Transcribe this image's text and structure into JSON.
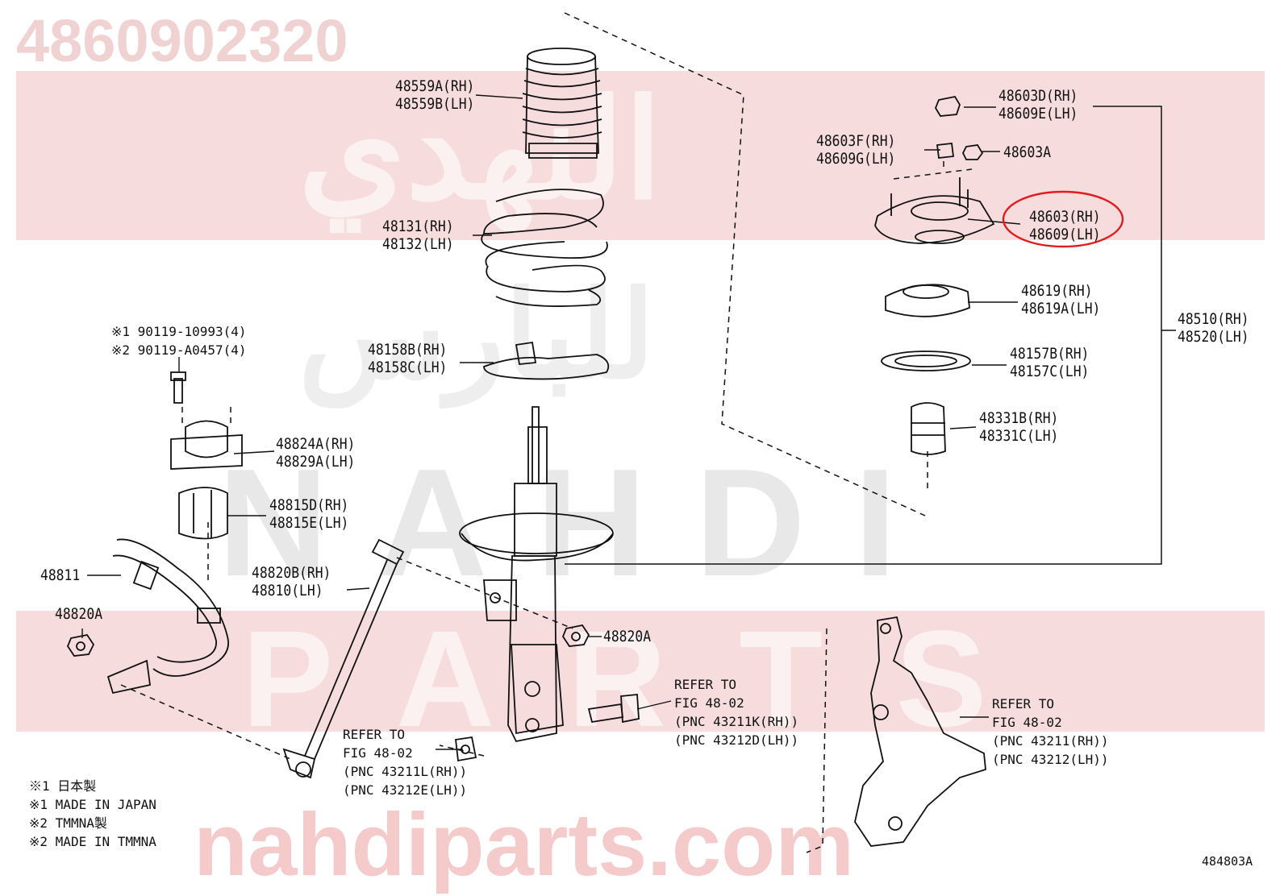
{
  "watermark": {
    "part_number": "4860902320",
    "arabic_top": "النهدي",
    "arabic_mid": "للبارس",
    "nahdi": "NAHDI",
    "parts": "PARTS",
    "domain": "nahdiparts.com"
  },
  "diagram_code": "484803A",
  "parts": {
    "p48559": [
      "48559A(RH)",
      "48559B(LH)"
    ],
    "p48131": [
      "48131(RH)",
      "48132(LH)"
    ],
    "p48158": [
      "48158B(RH)",
      "48158C(LH)"
    ],
    "p48603d": [
      "48603D(RH)",
      "48609E(LH)"
    ],
    "p48603f": [
      "48603F(RH)",
      "48609G(LH)"
    ],
    "p48603a": "48603A",
    "p48603": [
      "48603(RH)",
      "48609(LH)"
    ],
    "p48619": [
      "48619(RH)",
      "48619A(LH)"
    ],
    "p48510": [
      "48510(RH)",
      "48520(LH)"
    ],
    "p48157": [
      "48157B(RH)",
      "48157C(LH)"
    ],
    "p48331": [
      "48331B(RH)",
      "48331C(LH)"
    ],
    "p48824": [
      "48824A(RH)",
      "48829A(LH)"
    ],
    "p48815": [
      "48815D(RH)",
      "48815E(LH)"
    ],
    "p48811": "48811",
    "p48820b": [
      "48820B(RH)",
      "48810(LH)"
    ],
    "p48820a_left": "48820A",
    "p48820a_right": "48820A"
  },
  "bolts": [
    "※1 90119-10993(4)",
    "※2 90119-A0457(4)"
  ],
  "refers": {
    "bolt": [
      "REFER TO",
      "FIG 48-02",
      "(PNC 43211K(RH))",
      "(PNC 43212D(LH))"
    ],
    "nut": [
      "REFER TO",
      "FIG 48-02",
      "(PNC 43211L(RH))",
      "(PNC 43212E(LH))"
    ],
    "knuckle": [
      "REFER TO",
      "FIG 48-02",
      "(PNC 43211(RH))",
      "(PNC 43212(LH))"
    ]
  },
  "footnotes": [
    "※1 日本製",
    "※1 MADE IN JAPAN",
    "※2 TMMNA製",
    "※2 MADE IN TMMNA"
  ],
  "highlight_color": "#e01c1c"
}
